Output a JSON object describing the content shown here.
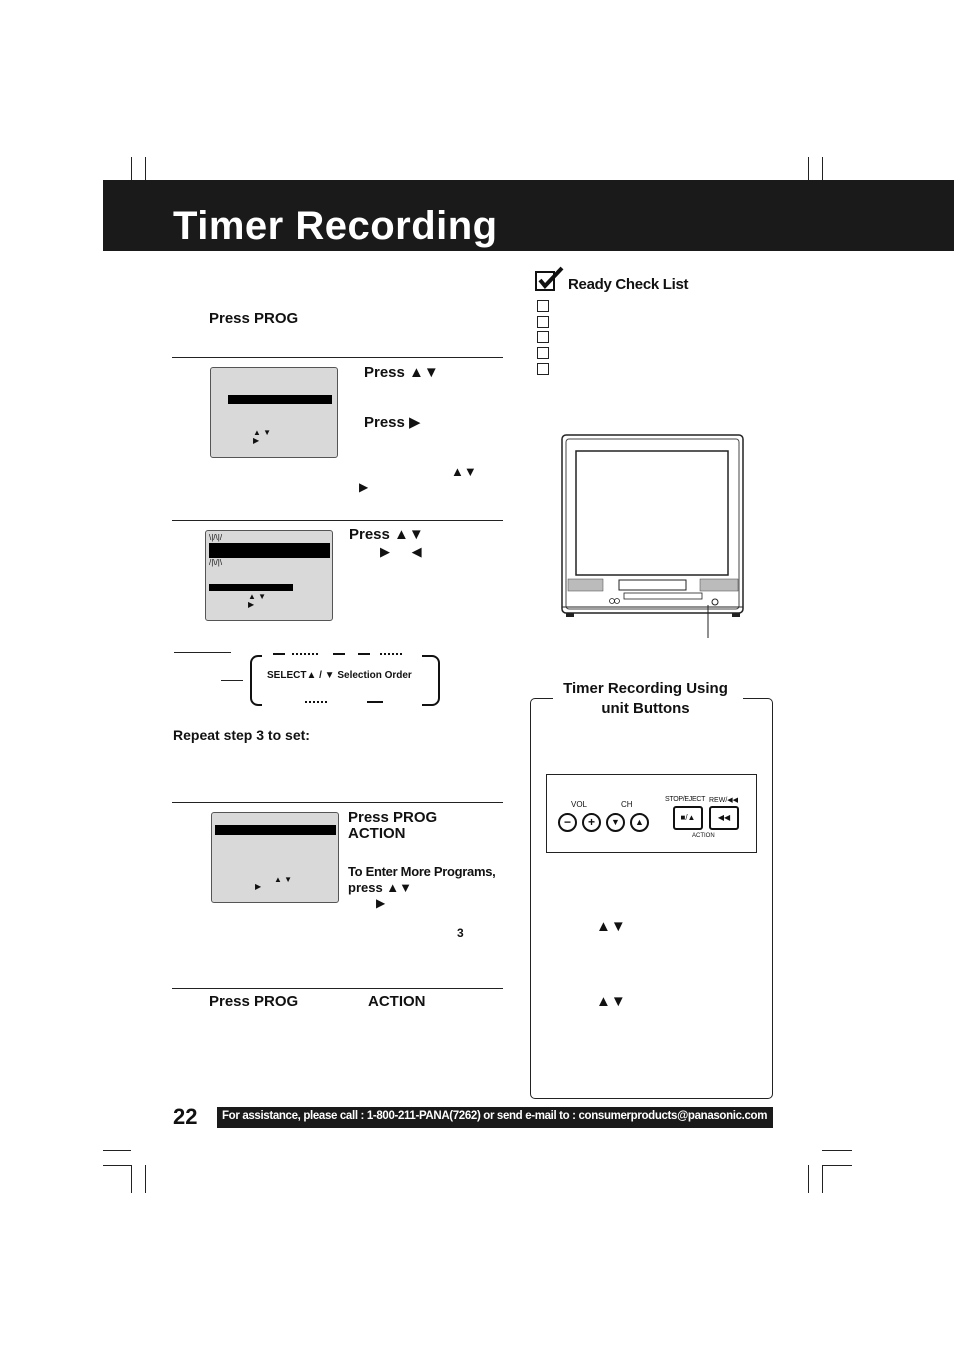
{
  "header": {
    "title": "Timer Recording"
  },
  "checklist": {
    "title": "Ready Check List",
    "items_count_label": "",
    "items": [
      "",
      "",
      "",
      "",
      ""
    ]
  },
  "steps": {
    "s1": {
      "label": "Press PROG"
    },
    "s2": {
      "label1": "Press ▲▼",
      "label2": "Press ▶",
      "arrows_a": "▲▼",
      "arrows_b": "▶",
      "screen_arrows": "▲ ▼",
      "screen_right": "▶"
    },
    "s3": {
      "label1": "Press ▲▼",
      "arrows": "▶      ◀",
      "screen_arrows": "▲ ▼",
      "screen_right": "▶"
    },
    "order": {
      "select_text": "SELECT▲ / ▼ Selection Order"
    },
    "repeat": {
      "label": "Repeat step 3 to set:"
    },
    "s4": {
      "label1": "Press PROG",
      "label2": "ACTION",
      "more1": "To Enter More Programs,",
      "more2": "press ▲▼",
      "more_arrow": "▶",
      "step_ref": "3",
      "screen_arrows": "▲ ▼",
      "screen_right": "▶"
    },
    "s5": {
      "label1": "Press PROG",
      "label2": "ACTION"
    }
  },
  "unit_box": {
    "title_line1": "Timer Recording Using",
    "title_line2": "unit Buttons",
    "panel": {
      "vol": "VOL",
      "ch": "CH",
      "stop_eject": "STOP/EJECT",
      "rew": "REW/◀◀",
      "action": "ACTION",
      "minus": "−",
      "plus": "+",
      "down": "▼",
      "up": "▲",
      "stop_sym": "■/▲",
      "rew_sym": "◀◀"
    },
    "arrows1": "▲▼",
    "arrows2": "▲▼"
  },
  "footer": {
    "page_number": "22",
    "assistance": "For assistance, please call : 1-800-211-PANA(7262) or send e-mail to : consumerproducts@panasonic.com"
  }
}
